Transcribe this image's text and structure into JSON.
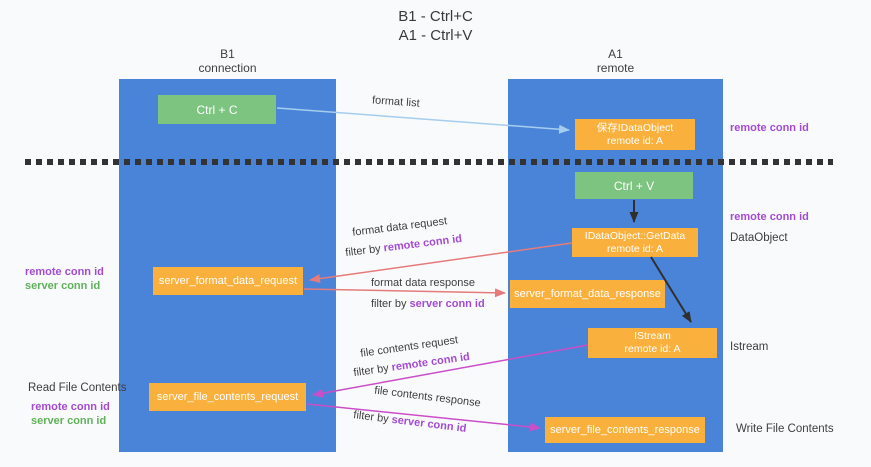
{
  "title": {
    "line1": "B1 - Ctrl+C",
    "line2": "A1 - Ctrl+V"
  },
  "columns": {
    "left": {
      "name": "B1",
      "subtitle": "connection"
    },
    "right": {
      "name": "A1",
      "subtitle": "remote"
    }
  },
  "nodes": {
    "ctrl_c": "Ctrl + C",
    "ctrl_v": "Ctrl + V",
    "save_dataobject": {
      "line1": "保存IDataObject",
      "line2": "remote id: A"
    },
    "getdata": {
      "line1": "IDataObject::GetData",
      "line2": "remote id: A"
    },
    "istream": {
      "line1": "IStream",
      "line2": "remote id: A"
    },
    "server_format_data_request": "server_format_data_request",
    "server_format_data_response": "server_format_data_response",
    "server_file_contents_request": "server_file_contents_request",
    "server_file_contents_response": "server_file_contents_response"
  },
  "edge_labels": {
    "format_list": "format list",
    "format_data_request": "format data request",
    "format_data_response": "format data response",
    "file_contents_request": "file contents request",
    "file_contents_response": "file contents response",
    "filter_by": "filter by ",
    "remote_conn_id": "remote conn id",
    "server_conn_id": "server conn id"
  },
  "side_labels": {
    "right_remote_conn_id_top": "remote conn id",
    "right_remote_conn_id_mid": "remote conn id",
    "dataobject": "DataObject",
    "istream": "Istream",
    "write_file_contents": "Write File Contents",
    "left_remote_conn_id_mid": "remote conn id",
    "left_server_conn_id_mid": "server conn id",
    "read_file_contents": "Read File Contents",
    "left_remote_conn_id_bottom": "remote conn id",
    "left_server_conn_id_bottom": "server conn id"
  },
  "colors": {
    "bg": "#f9fafb",
    "blue": "#4a84d8",
    "green": "#7cc47f",
    "orange": "#f9b03d",
    "salmon": "#e57b7b",
    "magenta": "#cb4ec8",
    "light_blue": "#a5cdef",
    "purple": "#a44bd3",
    "greentx": "#5fb25a",
    "black_arrow": "#2f2f2f"
  }
}
